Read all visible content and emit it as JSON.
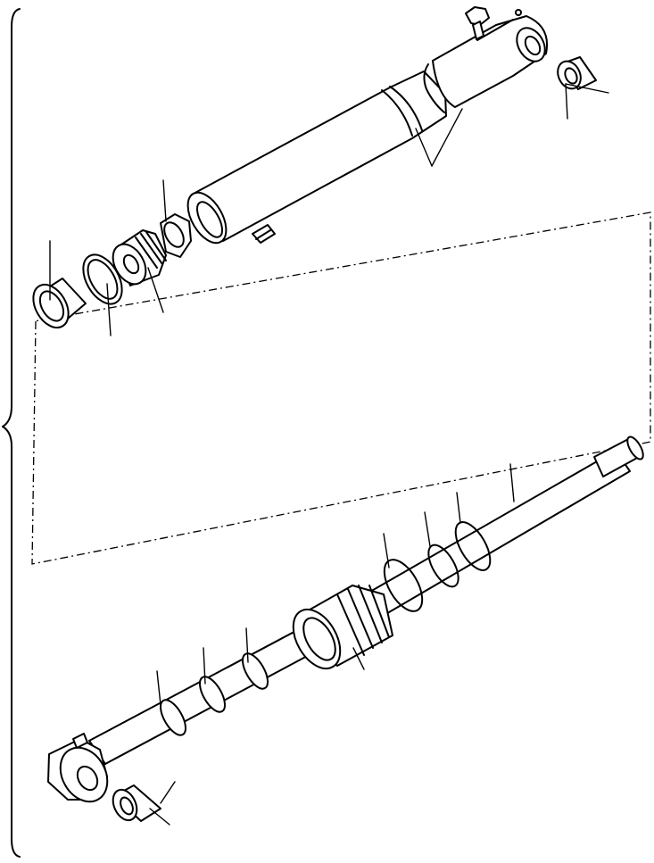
{
  "figure": {
    "colors": {
      "ink": "#000000",
      "paper": "#ffffff"
    },
    "parts": [
      {
        "name": "cylinder-tube"
      },
      {
        "name": "grease-fitting"
      },
      {
        "name": "top-bushing"
      },
      {
        "name": "cylinder-head"
      },
      {
        "name": "rod-nut"
      },
      {
        "name": "wiper-seal"
      },
      {
        "name": "snap-ring"
      },
      {
        "name": "head-bushing"
      },
      {
        "name": "piston"
      },
      {
        "name": "piston-rod"
      },
      {
        "name": "rod-seal-ring"
      },
      {
        "name": "rod-eye"
      },
      {
        "name": "rod-eye-bushing"
      }
    ]
  }
}
